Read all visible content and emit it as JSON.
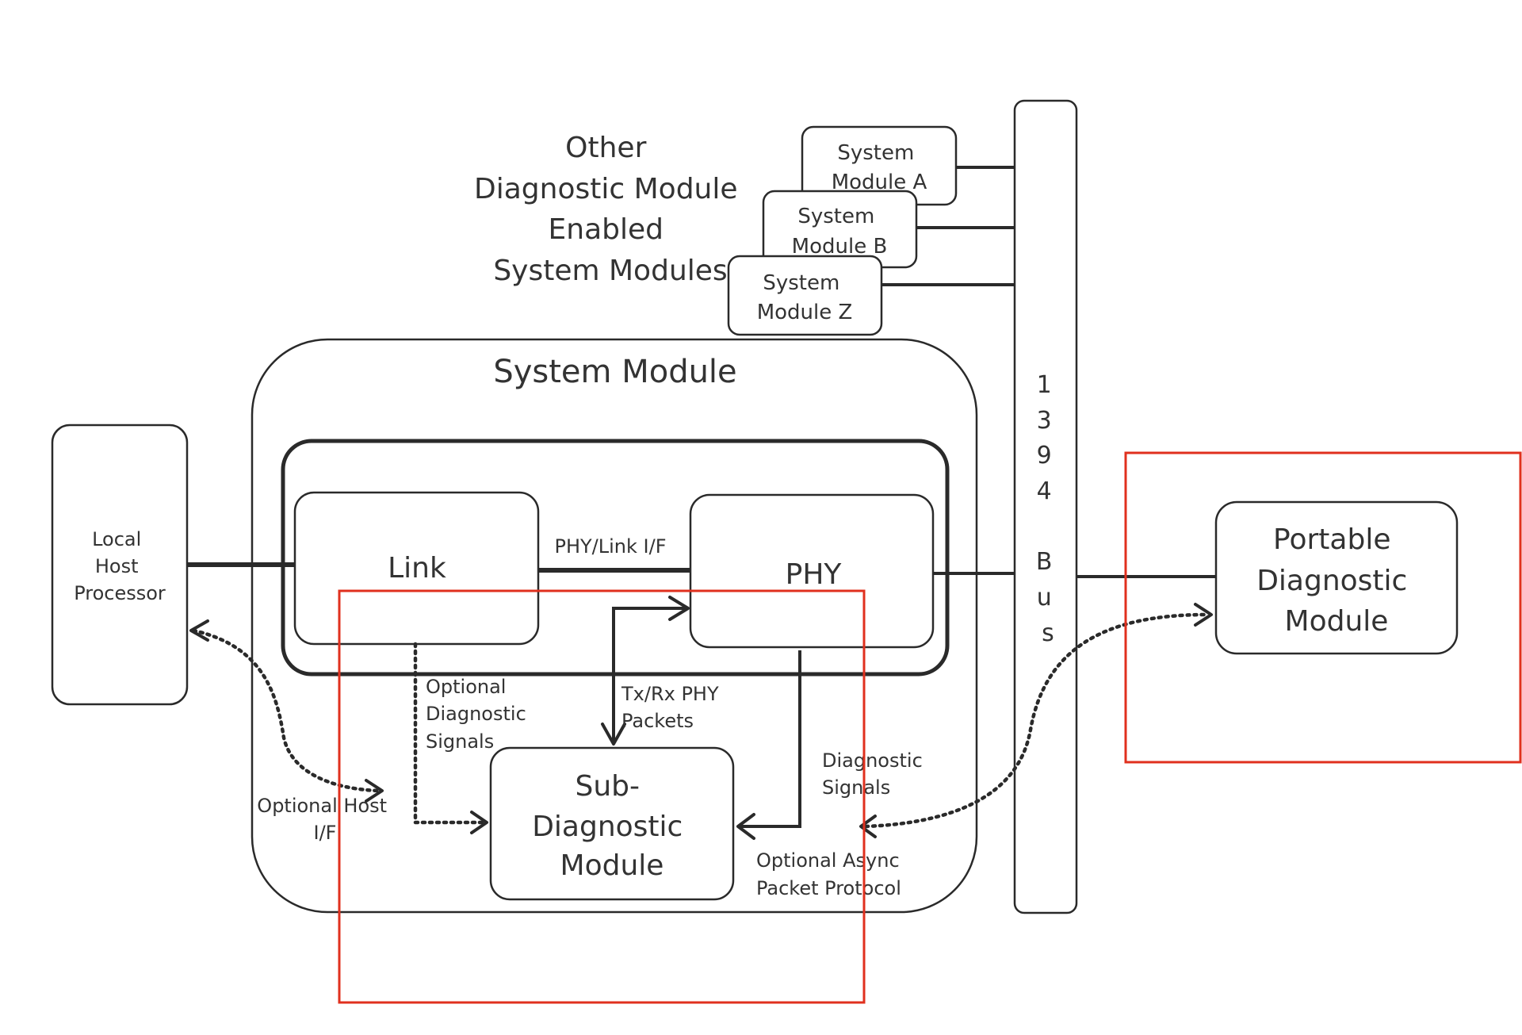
{
  "labels": {
    "other_modules": [
      "Other",
      "Diagnostic Module",
      "Enabled",
      "System Modules"
    ],
    "system_module_a": [
      "System",
      "Module A"
    ],
    "system_module_b": [
      "System",
      "Module B"
    ],
    "system_module_z": [
      "System",
      "Module Z"
    ],
    "system_module": "System Module",
    "local_host_processor": [
      "Local",
      "Host",
      "Processor"
    ],
    "link": "Link",
    "phy_link_if": "PHY/Link I/F",
    "phy": "PHY",
    "bus": [
      "1",
      "3",
      "9",
      "4",
      "B",
      "u",
      "s"
    ],
    "portable_diagnostic_module": [
      "Portable",
      "Diagnostic",
      "Module"
    ],
    "optional_diagnostic_signals": [
      "Optional",
      "Diagnostic",
      "Signals"
    ],
    "tx_rx_phy_packets": [
      "Tx/Rx PHY",
      "Packets"
    ],
    "diagnostic_signals": [
      "Diagnostic",
      "Signals"
    ],
    "sub_diagnostic_module": [
      "Sub-",
      "Diagnostic",
      "Module"
    ],
    "optional_host_if": [
      "Optional Host",
      "I/F"
    ],
    "optional_async_packet_protocol": [
      "Optional Async",
      "Packet Protocol"
    ]
  },
  "colors": {
    "line": "#2a2a2a",
    "text": "#333333",
    "highlight": "#e0301e"
  }
}
